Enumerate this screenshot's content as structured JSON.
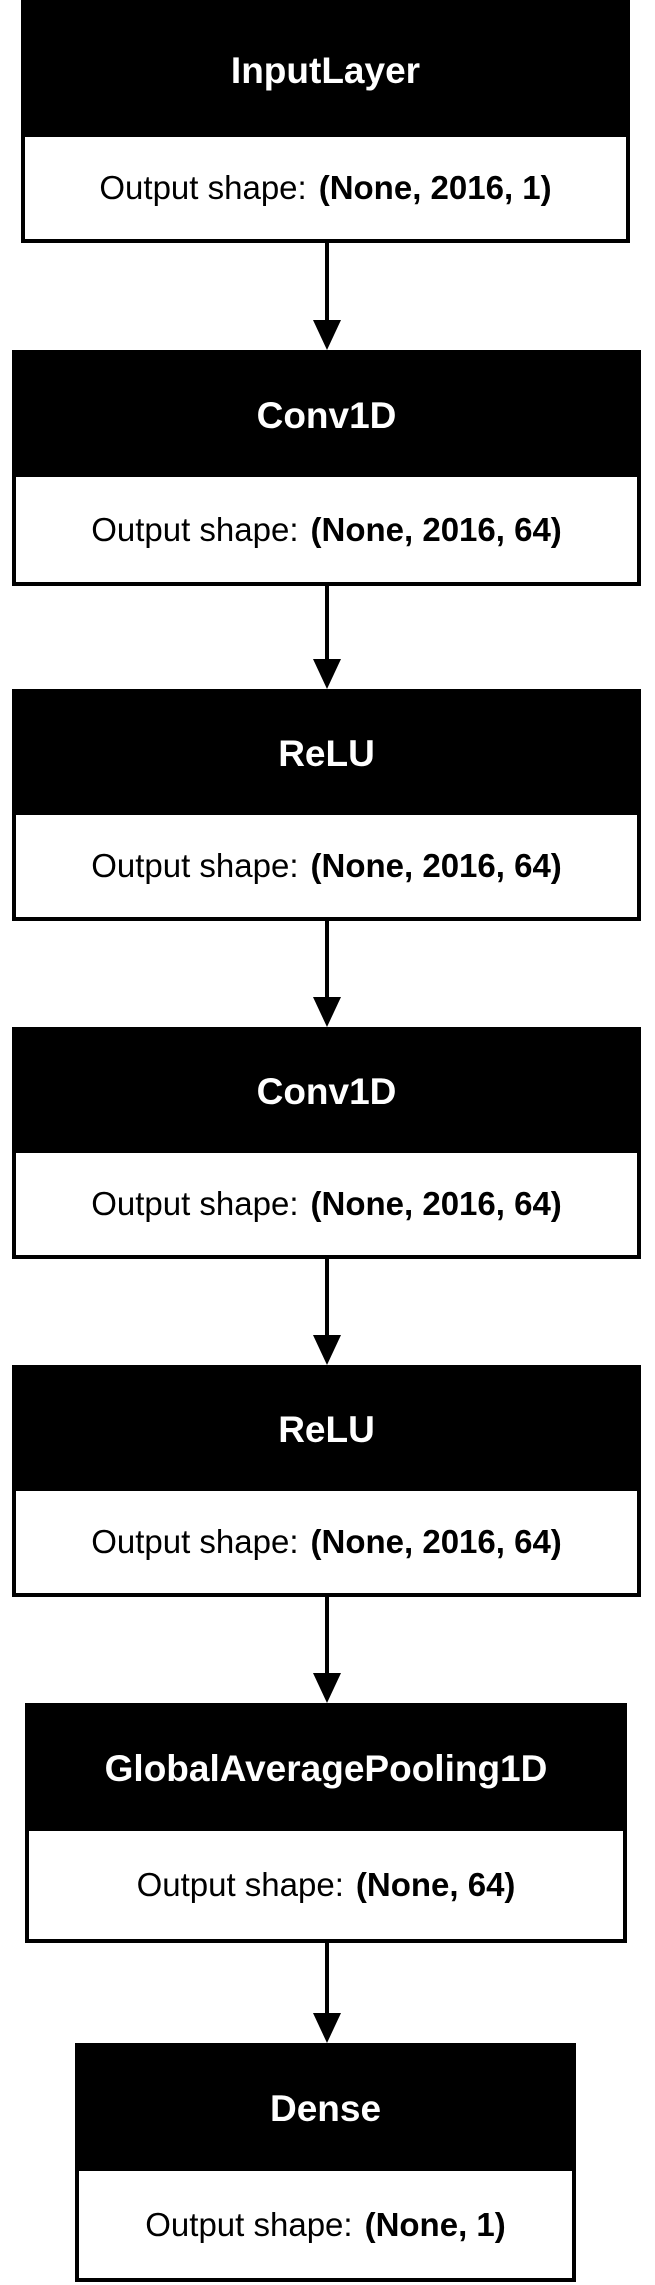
{
  "layers": [
    {
      "name": "InputLayer",
      "shape_label": "Output shape:",
      "shape": "(None, 2016, 1)"
    },
    {
      "name": "Conv1D",
      "shape_label": "Output shape:",
      "shape": "(None, 2016, 64)"
    },
    {
      "name": "ReLU",
      "shape_label": "Output shape:",
      "shape": "(None, 2016, 64)"
    },
    {
      "name": "Conv1D",
      "shape_label": "Output shape:",
      "shape": "(None, 2016, 64)"
    },
    {
      "name": "ReLU",
      "shape_label": "Output shape:",
      "shape": "(None, 2016, 64)"
    },
    {
      "name": "GlobalAveragePooling1D",
      "shape_label": "Output shape:",
      "shape": "(None, 64)"
    },
    {
      "name": "Dense",
      "shape_label": "Output shape:",
      "shape": "(None, 1)"
    }
  ],
  "colors": {
    "header_bg": "#000000",
    "header_text": "#ffffff",
    "body_bg": "#ffffff",
    "border": "#000000",
    "arrow": "#000000"
  }
}
